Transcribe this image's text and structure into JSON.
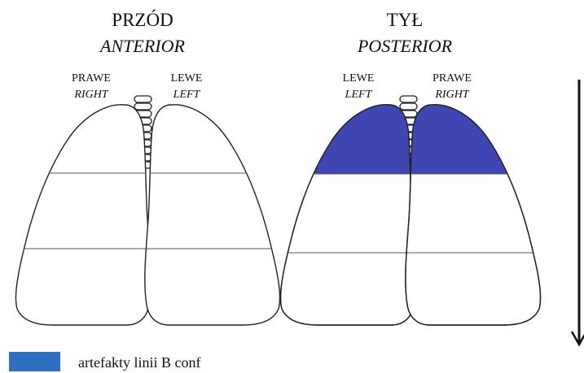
{
  "anterior": {
    "title": "PRZÓD",
    "title_en": "ANTERIOR",
    "side_a": "PRAWE",
    "side_a_en": "RIGHT",
    "side_b": "LEWE",
    "side_b_en": "LEFT"
  },
  "posterior": {
    "title": "TYŁ",
    "title_en": "POSTERIOR",
    "side_a": "LEWE",
    "side_a_en": "LEFT",
    "side_b": "PRAWE",
    "side_b_en": "RIGHT"
  },
  "legend": {
    "label": "artefakty linii B conf",
    "color": "#2e6fc4"
  },
  "colors": {
    "highlight_region": "#3f46b3",
    "outline": "#222222",
    "zone_line": "#555555"
  },
  "highlighted_zones": [
    "posterior-left-upper",
    "posterior-right-upper"
  ],
  "arrow": {
    "direction": "down"
  }
}
